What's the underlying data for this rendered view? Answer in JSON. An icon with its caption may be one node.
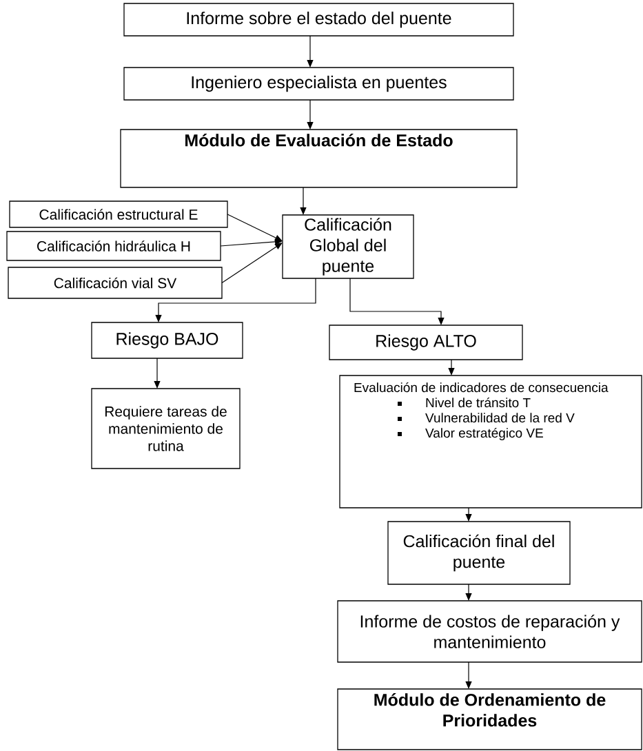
{
  "diagram": {
    "nodes": [
      {
        "text": [
          "Informe sobre el estado del puente"
        ]
      },
      {
        "text": [
          "Ingeniero especialista en puentes"
        ]
      },
      {
        "text": [
          "Módulo de Evaluación de Estado"
        ]
      },
      {
        "text": [
          "Calificación estructural E"
        ]
      },
      {
        "text": [
          "Calificación hidráulica H"
        ]
      },
      {
        "text": [
          "Calificación vial SV"
        ]
      },
      {
        "text": [
          "Calificación Global del puente"
        ]
      },
      {
        "text": [
          "Riesgo BAJO"
        ]
      },
      {
        "text": [
          "Riesgo ALTO"
        ]
      },
      {
        "text": [
          "Evaluación de indicadores de consecuencia",
          "Nivel de tránsito T",
          "Vulnerabilidad de la red V",
          "Valor estratégico VE"
        ]
      },
      {
        "text": [
          "Requiere tareas de mantenimiento de rutina"
        ]
      },
      {
        "text": [
          "Calificación final del puente"
        ]
      },
      {
        "text": [
          "Informe de costos de reparación y mantenimiento"
        ]
      },
      {
        "text": [
          "Módulo de Ordenamiento de Prioridades"
        ]
      }
    ],
    "edges": [
      {
        "from": 0,
        "to": 1,
        "arrow": "to"
      },
      {
        "from": 1,
        "to": 2,
        "arrow": "to"
      },
      {
        "from": 2,
        "to": 6,
        "arrow": "to"
      },
      {
        "from": 3,
        "to": 6,
        "arrow": "to"
      },
      {
        "from": 4,
        "to": 6,
        "arrow": "to"
      },
      {
        "from": 5,
        "to": 6,
        "arrow": "to"
      },
      {
        "from": 6,
        "to": 7,
        "arrow": "to"
      },
      {
        "from": 6,
        "to": 8,
        "arrow": "to"
      },
      {
        "from": 7,
        "to": 10,
        "arrow": "to"
      },
      {
        "from": 8,
        "to": 9,
        "arrow": "to"
      },
      {
        "from": 9,
        "to": 11,
        "arrow": "to"
      },
      {
        "from": 11,
        "to": 12,
        "arrow": "to"
      },
      {
        "from": 12,
        "to": 13,
        "arrow": "to"
      }
    ]
  }
}
